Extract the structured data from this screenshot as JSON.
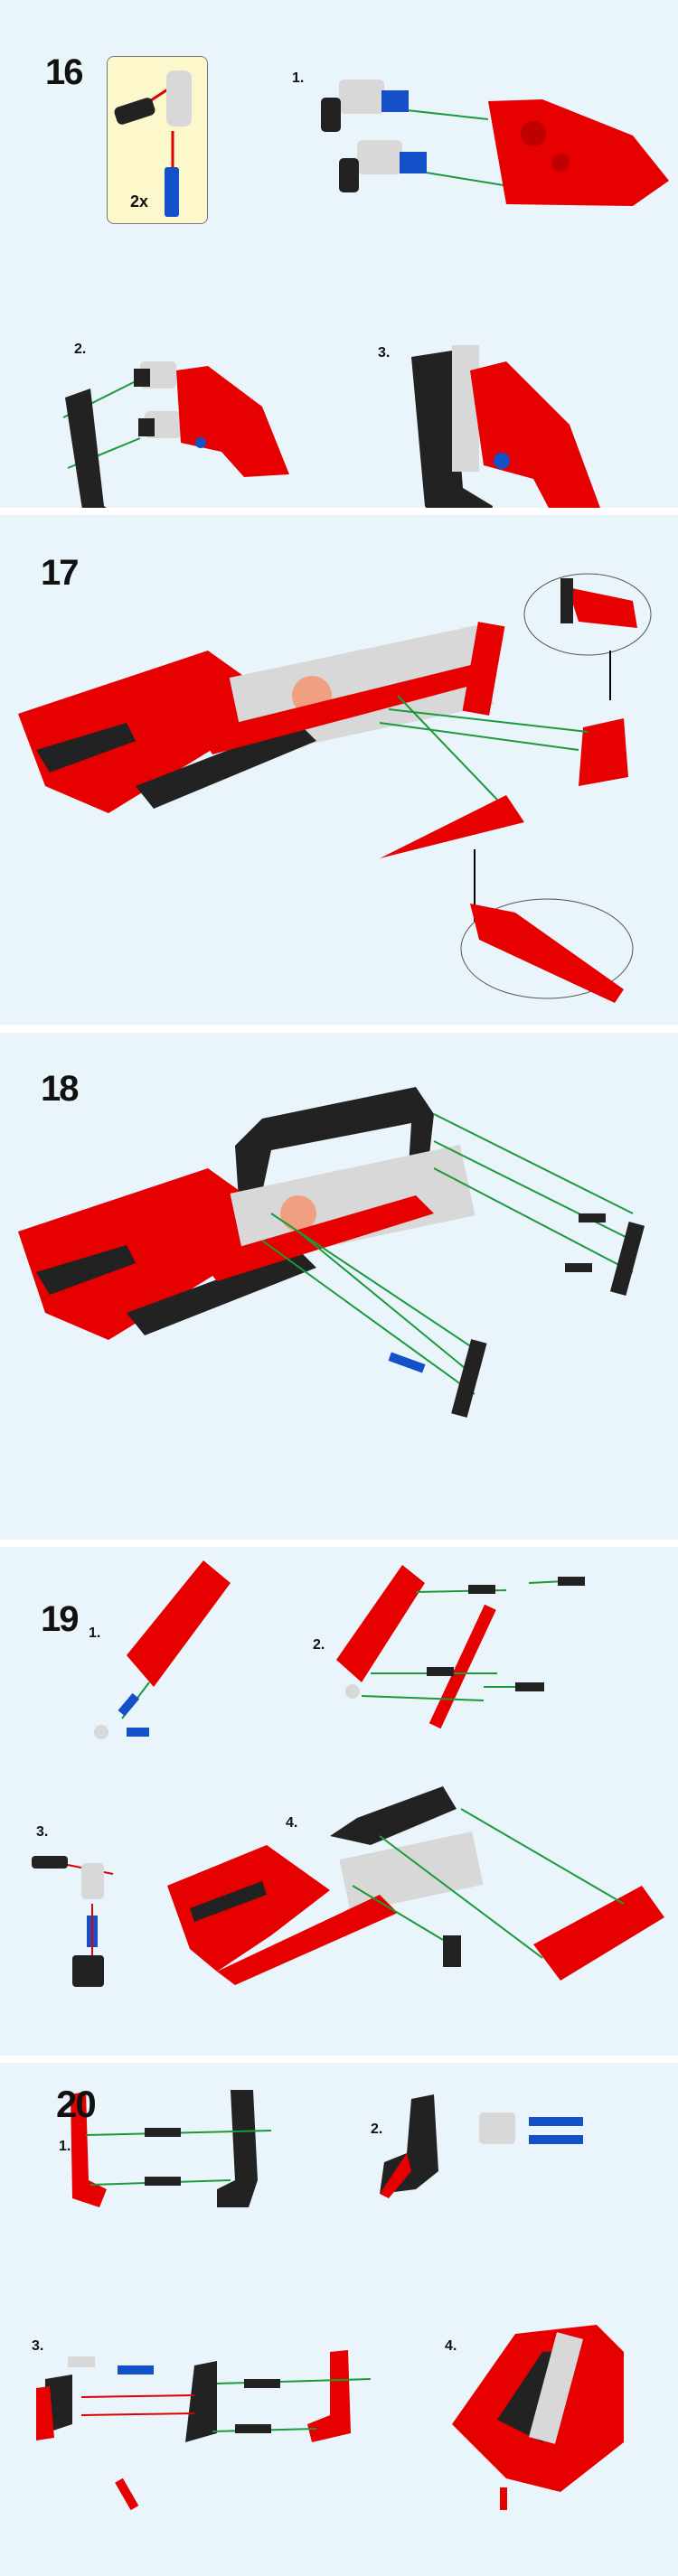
{
  "steps": [
    {
      "number": "16",
      "callout_count": "2x",
      "substeps": [
        "1.",
        "2.",
        "3."
      ]
    },
    {
      "number": "17"
    },
    {
      "number": "18"
    },
    {
      "number": "19",
      "substeps": [
        "1.",
        "2.",
        "3.",
        "4."
      ]
    },
    {
      "number": "20",
      "substeps": [
        "1.",
        "2.",
        "3.",
        "4."
      ]
    }
  ],
  "colors": {
    "background": "#eaf5fb",
    "part_red": "#e60000",
    "part_black": "#222222",
    "part_gray": "#d8d8d8",
    "part_blue": "#1450c8",
    "arrow_green": "#1a9a3a",
    "arrow_red": "#e00000",
    "callout": "#fdf8cc"
  }
}
